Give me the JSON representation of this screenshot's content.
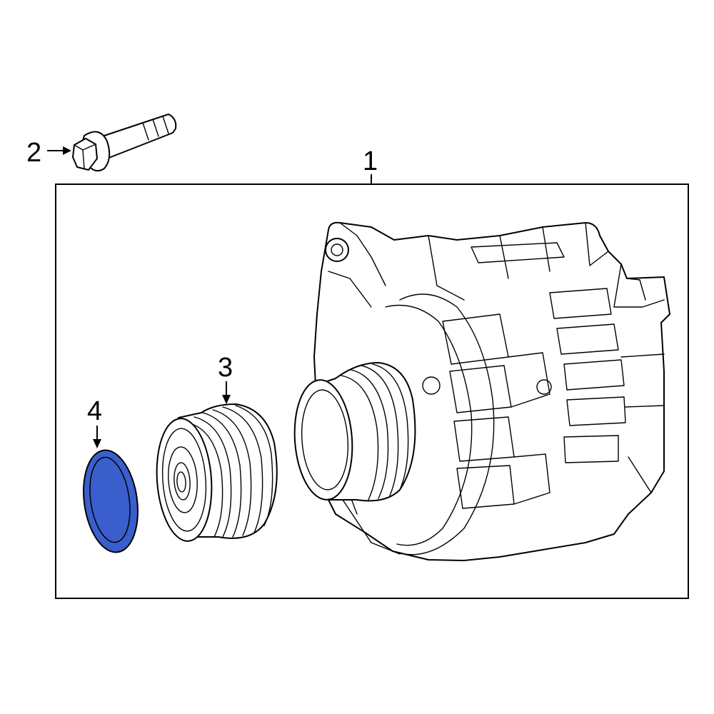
{
  "callouts": {
    "part_1": "1",
    "part_2": "2",
    "part_3": "3",
    "part_4": "4"
  },
  "colors": {
    "highlight_fill": "#3a5fcd",
    "line": "#000000",
    "background": "#ffffff"
  },
  "highlighted_part": "4"
}
